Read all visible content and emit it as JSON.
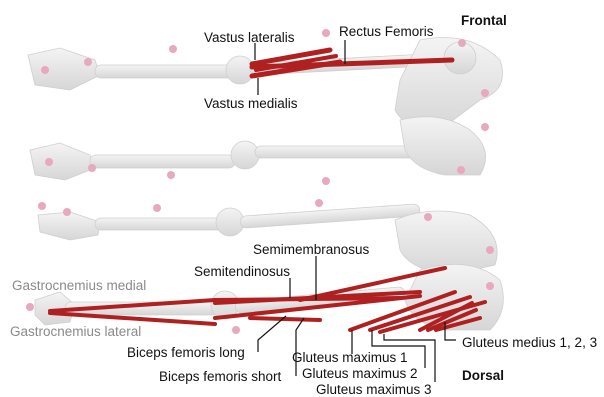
{
  "views": {
    "frontal": "Frontal",
    "dorsal": "Dorsal"
  },
  "labels": {
    "vastus_lateralis": "Vastus lateralis",
    "rectus_femoris": "Rectus Femoris",
    "vastus_medialis": "Vastus medialis",
    "semimembranosus": "Semimembranosus",
    "semitendinosus": "Semitendinosus",
    "gastrocnemius_medial": "Gastrocnemius medial",
    "gastrocnemius_lateral": "Gastrocnemius lateral",
    "biceps_femoris_long": "Biceps femoris long",
    "biceps_femoris_short": "Biceps femoris short",
    "gluteus_maximus_1": "Gluteus maximus 1",
    "gluteus_maximus_2": "Gluteus maximus 2",
    "gluteus_maximus_3": "Gluteus maximus 3",
    "gluteus_medius": "Gluteus medius 1, 2, 3"
  },
  "colors": {
    "muscle": "#b02020",
    "muscle_dark": "#7a1010",
    "bone": "#e4e4e4",
    "bone_edge": "#c8c8c8",
    "marker": "#e8a8c0"
  }
}
